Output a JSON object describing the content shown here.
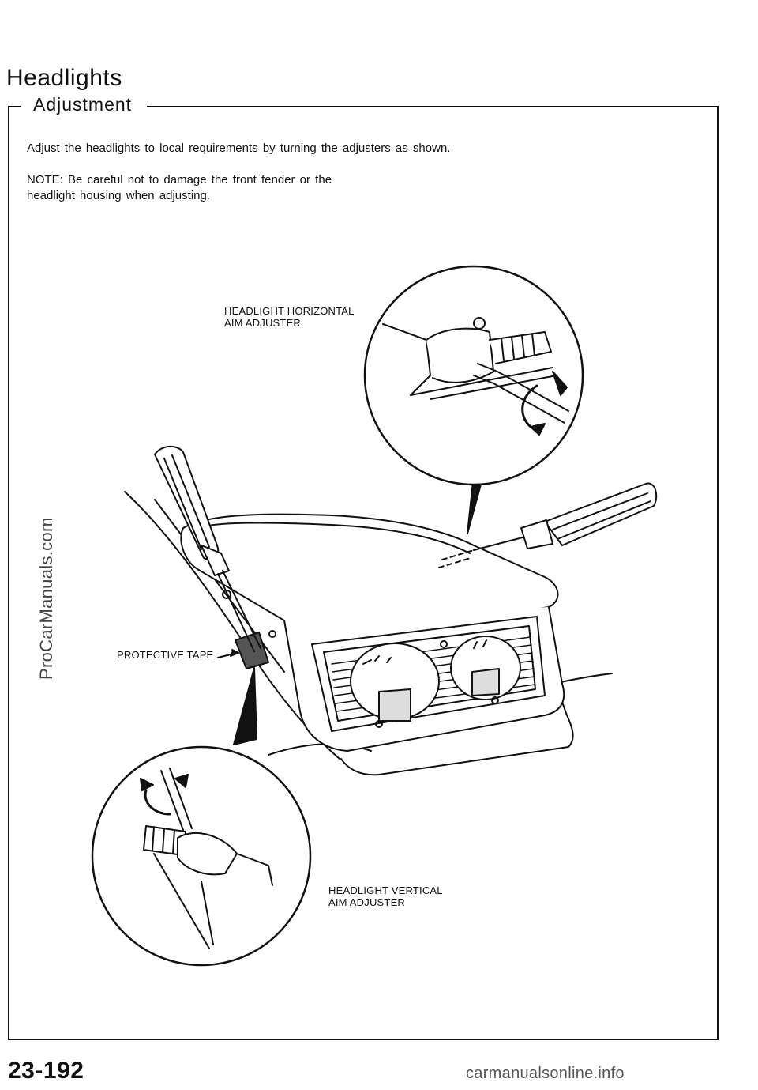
{
  "header": {
    "section_title": "Headlights",
    "subsection_title": "Adjustment"
  },
  "body": {
    "instruction": "Adjust the headlights to local requirements by turning the adjusters as shown.",
    "note": "NOTE:  Be careful not to damage the front fender or the headlight housing when adjusting."
  },
  "labels": {
    "horizontal_adjuster_line1": "HEADLIGHT HORIZONTAL",
    "horizontal_adjuster_line2": "AIM ADJUSTER",
    "protective_tape": "PROTECTIVE TAPE",
    "vertical_adjuster_line1": "HEADLIGHT VERTICAL",
    "vertical_adjuster_line2": "AIM ADJUSTER"
  },
  "watermark": "ProCarManuals.com",
  "footer": {
    "page_number": "23-192",
    "url": "carmanualsonline.info"
  }
}
